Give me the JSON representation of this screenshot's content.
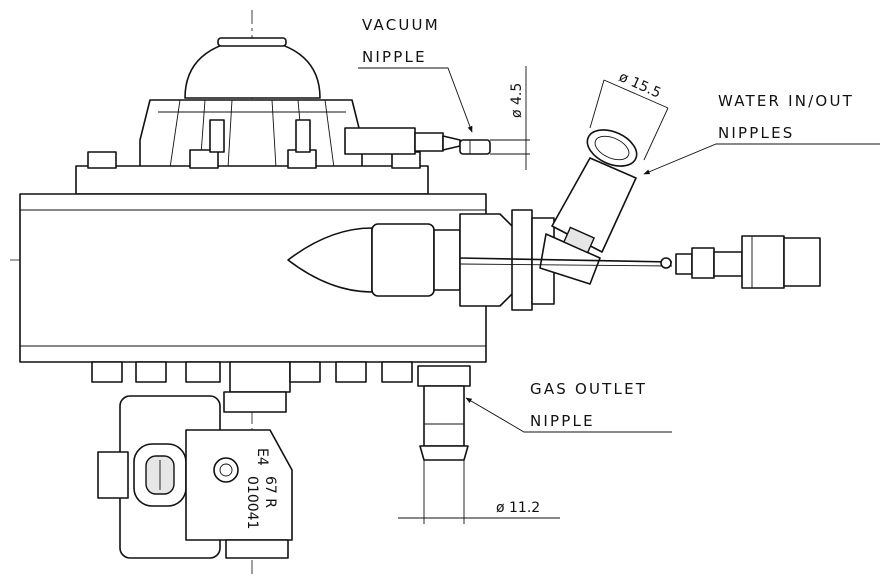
{
  "labels": {
    "vacuum_line1": "VACUUM",
    "vacuum_line2": "NIPPLE",
    "water_line1": "WATER IN/OUT",
    "water_line2": "NIPPLES",
    "gas_line1": "GAS OUTLET",
    "gas_line2": "NIPPLE"
  },
  "dimensions": {
    "vacuum_diameter": "ø 4.5",
    "water_diameter": "ø 15.5",
    "gas_diameter": "ø 11.2"
  },
  "valve_marking": {
    "mark_line1": "67 R",
    "mark_line2": "010041",
    "approval": "E4"
  }
}
